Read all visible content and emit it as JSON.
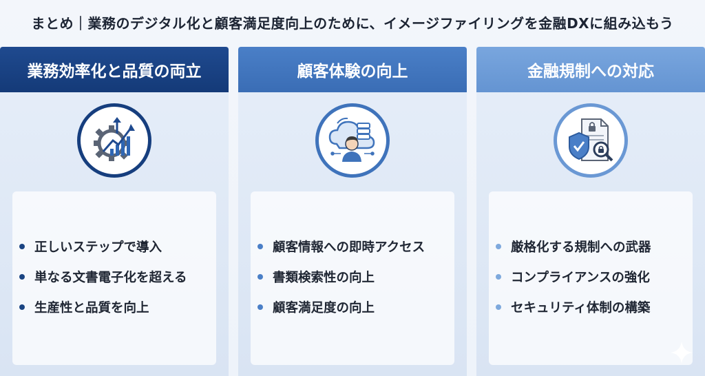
{
  "title": "まとめ｜業務のデジタル化と顧客満足度向上のために、イメージファイリングを金融DXに組み込もう",
  "columns": [
    {
      "heading": "業務効率化と品質の両立",
      "icon": "gear-chart-icon",
      "items": [
        "正しいステップで導入",
        "単なる文書電子化を超える",
        "生産性と品質を向上"
      ]
    },
    {
      "heading": "顧客体験の向上",
      "icon": "cloud-user-icon",
      "items": [
        "顧客情報への即時アクセス",
        "書類検索性の向上",
        "顧客満足度の向上"
      ]
    },
    {
      "heading": "金融規制への対応",
      "icon": "shield-document-icon",
      "items": [
        "厳格化する規制への武器",
        "コンプライアンスの強化",
        "セキュリティ体制の構築"
      ]
    }
  ],
  "colors": {
    "header_1": "#1a4482",
    "header_2": "#4a7fc7",
    "header_3": "#7ea9dd",
    "text": "#1f2633"
  }
}
